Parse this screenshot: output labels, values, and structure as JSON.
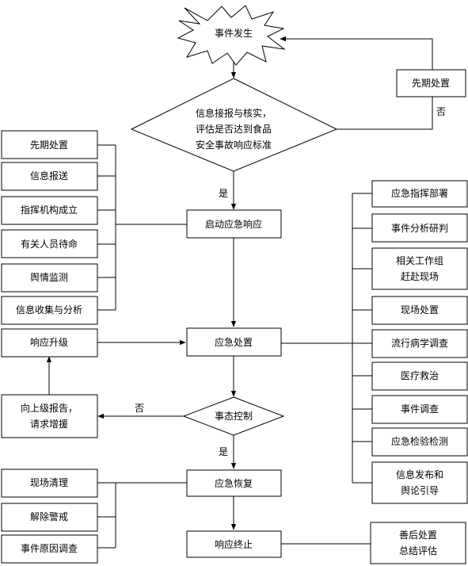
{
  "title": "",
  "nodes": {
    "start": "事件发生",
    "decision1": [
      "信息接报与核实，",
      "评估是否达到食品",
      "安全事故响应标准"
    ],
    "prelim_right": "先期处置",
    "no1": "否",
    "yes1": "是",
    "launch": "启动应急响应",
    "handling": "应急处置",
    "decision2": "事态控制",
    "no2": "否",
    "yes2": "是",
    "recovery": "应急恢复",
    "terminate": "响应终止",
    "upgrade": "响应升级",
    "report_up": [
      "向上级报告，",
      "请求增援"
    ],
    "left_initial": [
      "先期处置",
      "信息报送",
      "指挥机构成立",
      "有关人员待命",
      "舆情监测",
      "信息收集与分析"
    ],
    "right_handling": [
      [
        "应急指挥部署"
      ],
      [
        "事件分析研判"
      ],
      [
        "相关工作组",
        "赶赴现场"
      ],
      [
        "现场处置"
      ],
      [
        "流行病学调查"
      ],
      [
        "医疗救治"
      ],
      [
        "事件调查"
      ],
      [
        "应急检验检测"
      ],
      [
        "信息发布和",
        "舆论引导"
      ]
    ],
    "left_recovery": [
      "现场清理",
      "解除警戒",
      "事件原因调查"
    ],
    "aftermath": [
      "善后处置",
      "总结评估"
    ]
  }
}
